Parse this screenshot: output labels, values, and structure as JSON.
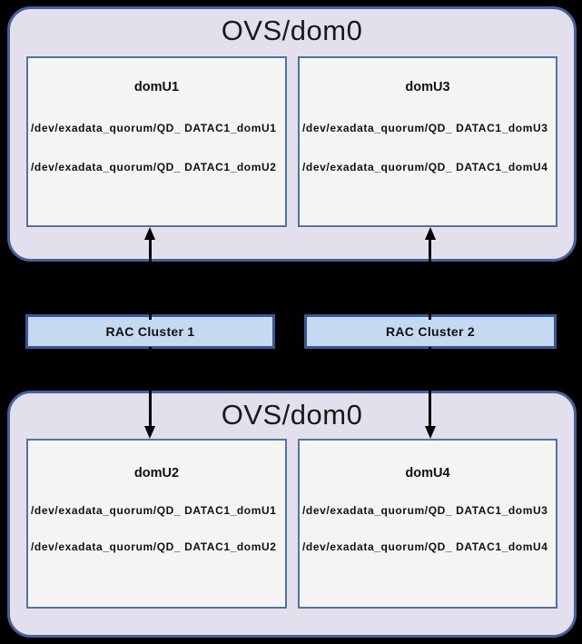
{
  "colors": {
    "background": "#000000",
    "host_fill": "#e4dfec",
    "host_border": "#44619c",
    "node_fill": "#f4f4f3",
    "node_border": "#54749e",
    "cluster_fill": "#c5d9f1",
    "cluster_border": "#3a5795",
    "arrow": "#000000",
    "text": "#1a1a1a"
  },
  "top_host": {
    "title": "OVS/dom0",
    "nodes": [
      {
        "name": "domU1",
        "paths": [
          "/dev/exadata_quorum/QD_ DATAC1_domU1",
          "/dev/exadata_quorum/QD_ DATAC1_domU2"
        ]
      },
      {
        "name": "domU3",
        "paths": [
          "/dev/exadata_quorum/QD_ DATAC1_domU3",
          "/dev/exadata_quorum/QD_ DATAC1_domU4"
        ]
      }
    ]
  },
  "clusters": [
    {
      "label": "RAC Cluster 1"
    },
    {
      "label": "RAC Cluster 2"
    }
  ],
  "bottom_host": {
    "title": "OVS/dom0",
    "nodes": [
      {
        "name": "domU2",
        "paths": [
          "/dev/exadata_quorum/QD_ DATAC1_domU1",
          "/dev/exadata_quorum/QD_ DATAC1_domU2"
        ]
      },
      {
        "name": "domU4",
        "paths": [
          "/dev/exadata_quorum/QD_ DATAC1_domU3",
          "/dev/exadata_quorum/QD_ DATAC1_domU4"
        ]
      }
    ]
  }
}
